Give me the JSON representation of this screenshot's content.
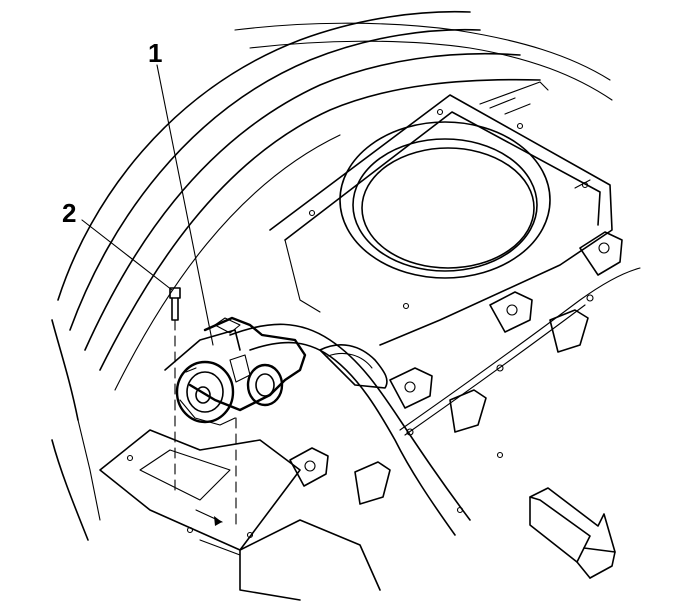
{
  "callouts": [
    {
      "id": "1",
      "label": "1"
    },
    {
      "id": "2",
      "label": "2"
    }
  ],
  "colors": {
    "line": "#000000",
    "background": "#ffffff",
    "arrow_fill": "#ffffff"
  },
  "icons": {
    "direction_arrow": "front-direction-arrow-icon"
  }
}
